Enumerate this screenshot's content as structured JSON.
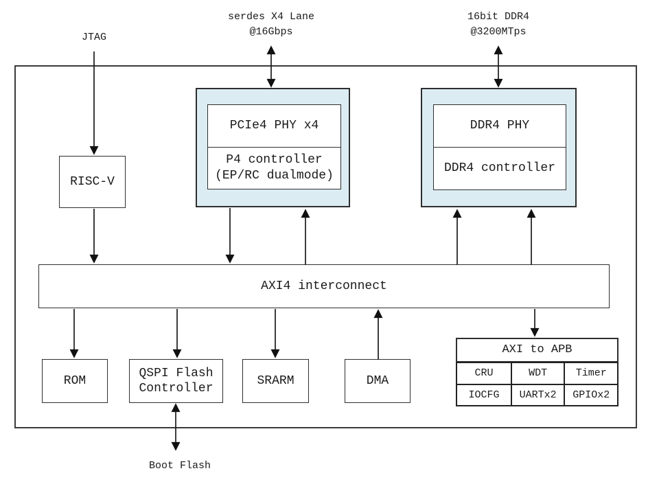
{
  "labels": {
    "jtag": "JTAG",
    "serdes": [
      "serdes X4 Lane",
      "@16Gbps"
    ],
    "ddr_io": [
      "16bit DDR4",
      "@3200MTps"
    ],
    "boot_flash": "Boot Flash"
  },
  "blocks": {
    "riscv": "RISC-V",
    "pcie_phy": "PCIe4 PHY x4",
    "pcie_ctrl": [
      "P4 controller",
      "(EP/RC dualmode)"
    ],
    "ddr_phy": "DDR4 PHY",
    "ddr_ctrl": "DDR4 controller",
    "interconnect": "AXI4 interconnect",
    "rom": "ROM",
    "qspi": [
      "QSPI Flash",
      "Controller"
    ],
    "sram": "SRARM",
    "dma": "DMA",
    "apb_header": "AXI to APB",
    "apb_cells": [
      [
        "CRU",
        "WDT",
        "Timer"
      ],
      [
        "IOCFG",
        "UARTx2",
        "GPIOx2"
      ]
    ]
  },
  "colors": {
    "phy_block_fill": "#dcecf3",
    "wire": "#1a1a1a",
    "border": "#2e2e2e"
  }
}
